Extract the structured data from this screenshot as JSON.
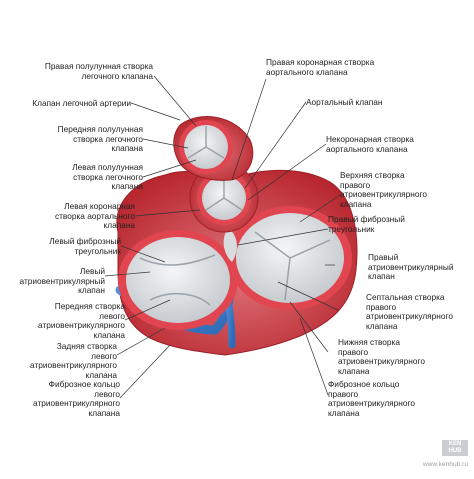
{
  "labels_left": [
    "Правая полулунная створка\nлегочного клапана",
    "Клапан легочной артерии",
    "Передняя полулунная\nстворка легочного\nклапана",
    "Левая полулунная\nстворка легочного\nклапана",
    "Левая коронарная\nстворка аортального\nклапана",
    "Левый фиброзный\nтреугольник",
    "Левый\nатриовентрикулярный\nклапан",
    "Передняя створка\nлевого\nатриовентрикулярного\nклапана",
    "Задняя створка\nлевого\nатриовентрикулярного\nклапана",
    "Фиброзное кольцо\nлевого\nатриовентрикулярного\nклапана"
  ],
  "labels_right": [
    "Правая коронарная створка\nаортального клапана",
    "Аортальный клапан",
    "Некоронарная створка\nаортального клапана",
    "Верхняя створка\nправого\nатриовентрикулярного\nклапана",
    "Правый фиброзный\nтреугольник",
    "Правый\nатриовентрикулярный\nклапан",
    "Септальная створка\nправого\nатриовентрикулярного\nклапана",
    "Нижняя створка\nправого\nатриовентрикулярного\nклапана",
    "Фиброзное кольцо\nправого\nатриовентрикулярного\nклапана"
  ],
  "watermark": "www.kenhub.ru",
  "logo_text": "KEN\nHUB",
  "colors": {
    "muscle": "#c8323c",
    "muscle_light": "#de6a6e",
    "ring": "#e04550",
    "leaflet": "#e9ebed",
    "leaflet_shade": "#bfc4c9",
    "vessel": "#3b7ed1",
    "leader": "#333333"
  }
}
